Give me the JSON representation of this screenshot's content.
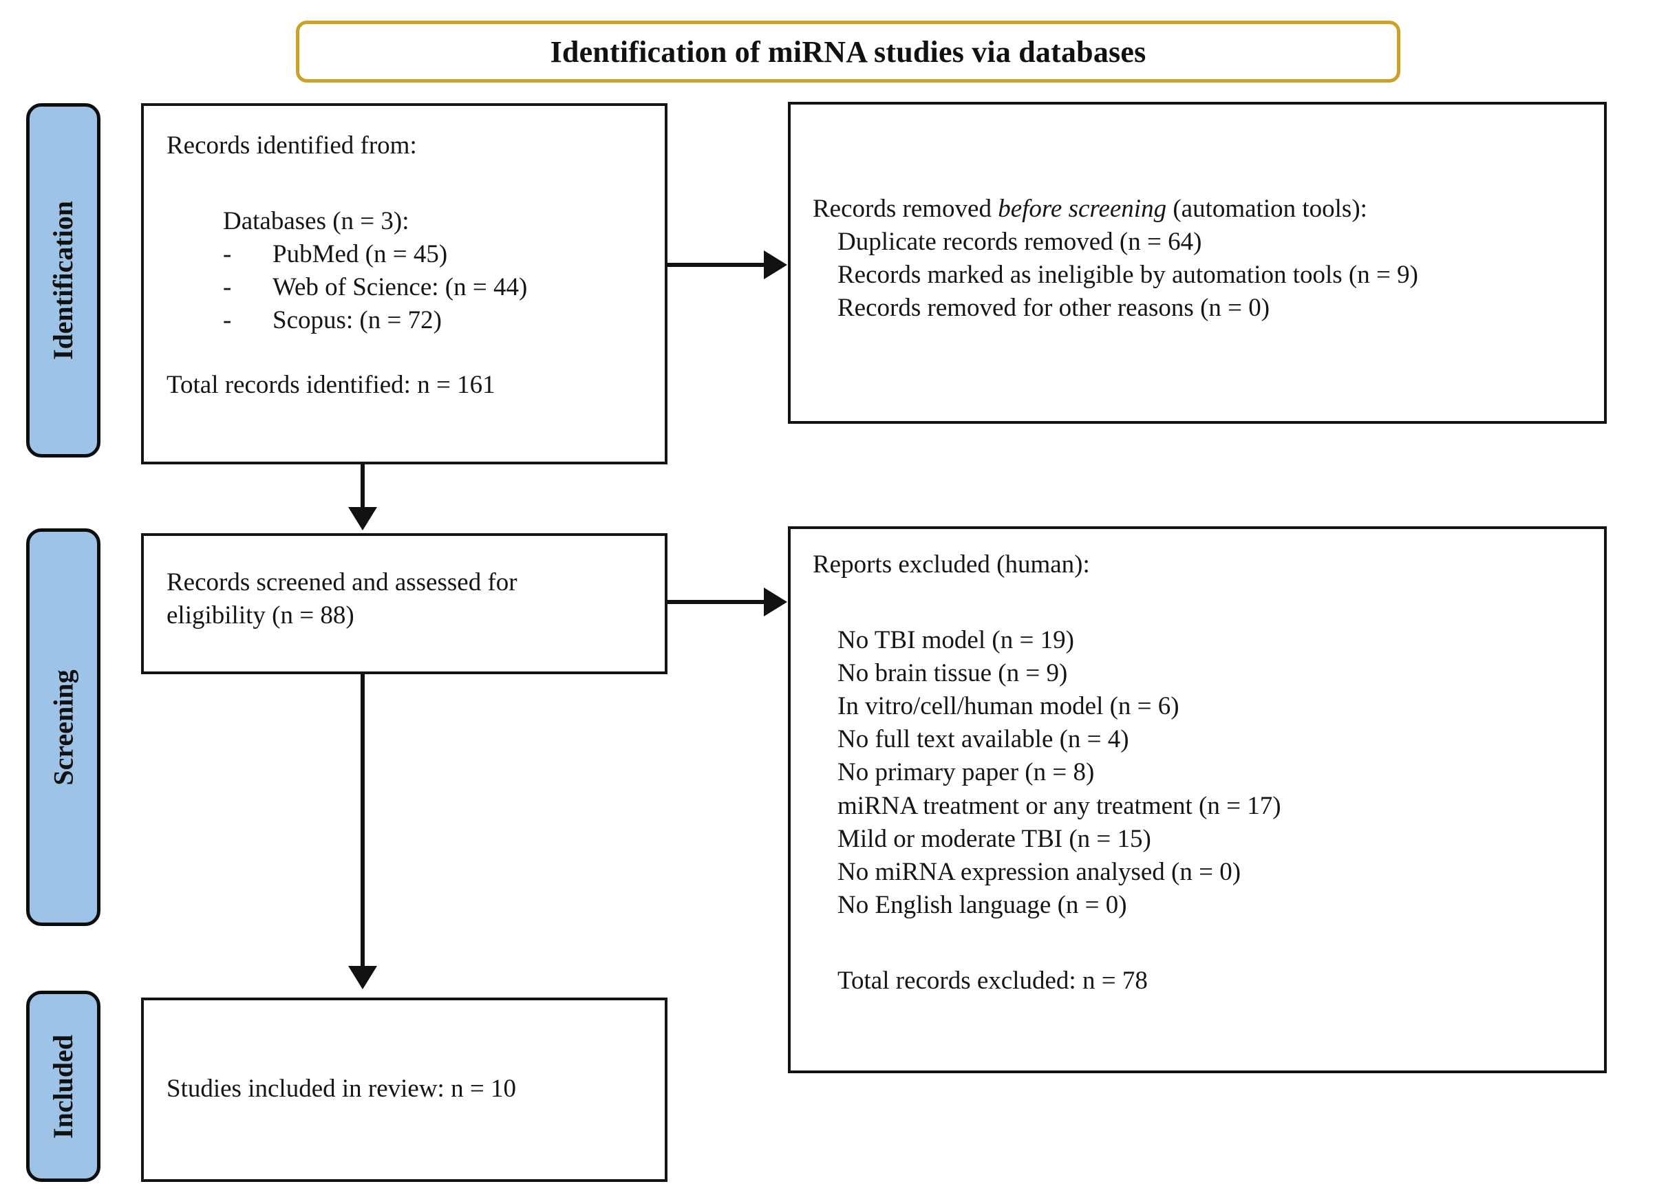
{
  "diagram": {
    "title": "Identification of miRNA studies via databases",
    "title_border_color": "#c9a227",
    "stage_fill_color": "#9dc3e6",
    "stages": [
      {
        "label": "Identification"
      },
      {
        "label": "Screening"
      },
      {
        "label": "Included"
      }
    ],
    "boxes": {
      "identified": {
        "heading": "Records identified from:",
        "subheading": "Databases (n = 3):",
        "sources": [
          {
            "dash": "-",
            "text": "PubMed (n = 45)"
          },
          {
            "dash": "-",
            "text": "Web of Science: (n = 44)"
          },
          {
            "dash": "-",
            "text": "Scopus: (n = 72)"
          }
        ],
        "total": "Total records identified: n = 161"
      },
      "removed_before_screening": {
        "heading_pre": "Records removed ",
        "heading_italic": "before screening",
        "heading_post": " (automation tools):",
        "items": [
          "Duplicate records removed (n = 64)",
          "Records marked as ineligible by automation tools (n = 9)",
          "Records removed for other reasons (n = 0)"
        ]
      },
      "screened": {
        "line1": "Records screened and assessed for",
        "line2": "eligibility (n = 88)"
      },
      "reports_excluded": {
        "heading": "Reports excluded (human):",
        "reasons": [
          "No TBI model (n = 19)",
          "No brain tissue (n = 9)",
          "In vitro/cell/human model (n = 6)",
          "No full text available (n = 4)",
          "No primary paper (n = 8)",
          "miRNA treatment or any treatment (n = 17)",
          "Mild or moderate TBI (n = 15)",
          "No miRNA expression analysed (n = 0)",
          "No English language (n = 0)"
        ],
        "total": "Total records excluded: n = 78"
      },
      "included": {
        "text": "Studies included in review: n = 10"
      }
    },
    "chart_data": {
      "type": "table",
      "title": "Identification of miRNA studies via databases",
      "flow": [
        {
          "stage": "Identification",
          "node": "Records identified from databases",
          "n": 161,
          "breakdown": {
            "Databases": 3,
            "PubMed": 45,
            "Web of Science": 44,
            "Scopus": 72
          }
        },
        {
          "stage": "Identification",
          "node": "Records removed before screening (automation tools)",
          "breakdown": {
            "Duplicate records removed": 64,
            "Records marked as ineligible by automation tools": 9,
            "Records removed for other reasons": 0
          }
        },
        {
          "stage": "Screening",
          "node": "Records screened and assessed for eligibility",
          "n": 88
        },
        {
          "stage": "Screening",
          "node": "Reports excluded (human)",
          "n": 78,
          "breakdown": {
            "No TBI model": 19,
            "No brain tissue": 9,
            "In vitro/cell/human model": 6,
            "No full text available": 4,
            "No primary paper": 8,
            "miRNA treatment or any treatment": 17,
            "Mild or moderate TBI": 15,
            "No miRNA expression analysed": 0,
            "No English language": 0
          }
        },
        {
          "stage": "Included",
          "node": "Studies included in review",
          "n": 10
        }
      ]
    }
  }
}
